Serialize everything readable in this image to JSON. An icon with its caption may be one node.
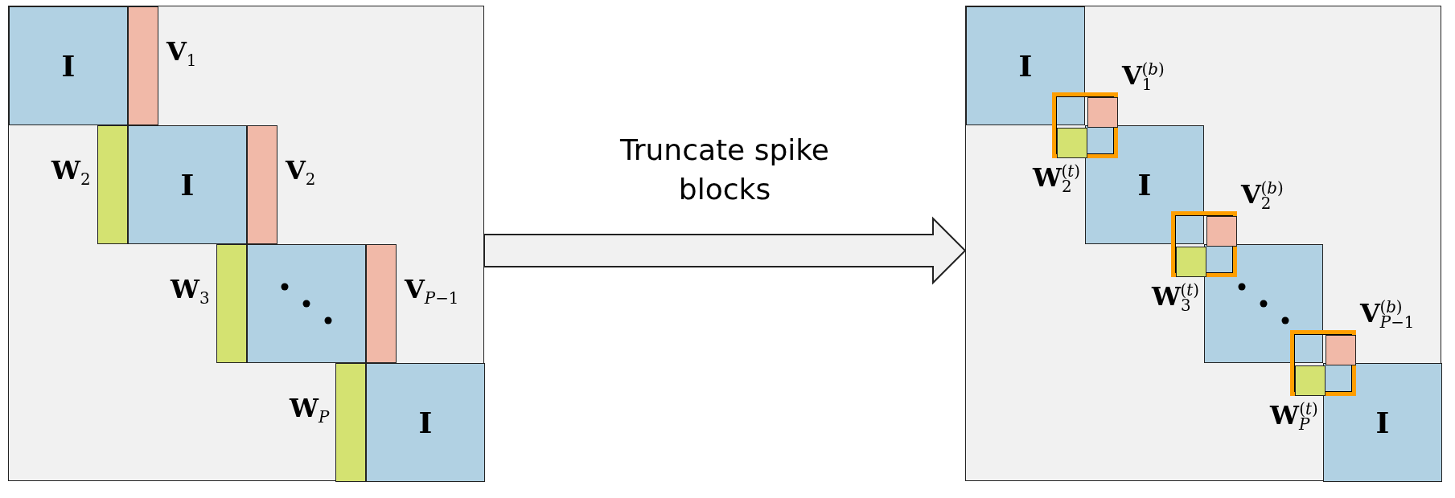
{
  "diagram": {
    "nodes": [
      {
        "text": [],
        "shape": "box"
      },
      {
        "text": [
          "**I**"
        ],
        "in": 0
      },
      {
        "text": [],
        "shape": "bar",
        "in": 0,
        "beside": [
          "**V**$_{1}$"
        ]
      },
      {
        "text": [],
        "shape": "bar",
        "in": 0,
        "beside": [
          "**W**$_{2}$"
        ]
      },
      {
        "text": [
          "**I**"
        ],
        "in": 0
      },
      {
        "text": [],
        "shape": "bar",
        "in": 0,
        "beside": [
          "**V**$_{2}$"
        ]
      },
      {
        "text": [],
        "shape": "bar",
        "in": 0,
        "beside": [
          "**W**$_{3}$"
        ]
      },
      {
        "text": [],
        "shape": "box",
        "in": 0
      },
      {
        "text": [],
        "shape": "bar",
        "in": 0,
        "beside": [
          "**V**$_{P−1}$"
        ]
      },
      {
        "text": [],
        "shape": "bar",
        "in": 0,
        "beside": [
          "**W**$_{P}$"
        ]
      },
      {
        "text": [
          "**I**"
        ],
        "in": 0
      },
      {
        "text": [],
        "shape": "box"
      },
      {
        "text": [
          "**I**"
        ],
        "in": 11
      },
      {
        "text": [],
        "shape": "box",
        "in": 11
      },
      {
        "text": [],
        "shape": "box",
        "in": 13,
        "beside": [
          "**V**$_{1}$$^{(b)}$"
        ]
      },
      {
        "text": [],
        "shape": "box",
        "in": 13,
        "beside": [
          "**W**$_{2}$$^{(t)}$"
        ]
      },
      {
        "text": [
          "**I**"
        ],
        "in": 11
      },
      {
        "text": [],
        "shape": "box",
        "in": 11
      },
      {
        "text": [],
        "shape": "box",
        "in": 17,
        "beside": [
          "**V**$_{2}$$^{(b)}$"
        ]
      },
      {
        "text": [],
        "shape": "box",
        "in": 17,
        "beside": [
          "**W**$_{3}$$^{(t)}$"
        ]
      },
      {
        "text": [],
        "shape": "box",
        "in": 11
      },
      {
        "text": [],
        "shape": "box",
        "in": 11
      },
      {
        "text": [],
        "shape": "box",
        "in": 21,
        "beside": [
          "**V**$_{P−1}$$^{(b)}$"
        ]
      },
      {
        "text": [],
        "shape": "box",
        "in": 21,
        "beside": [
          "**W**$_{P}$$^{(t)}$"
        ]
      },
      {
        "text": [
          "**I**"
        ],
        "in": 11
      }
    ],
    "edges": [
      {
        "from": 0,
        "to": 11,
        "arrow": "to",
        "label": "Truncate spike blocks"
      }
    ]
  }
}
